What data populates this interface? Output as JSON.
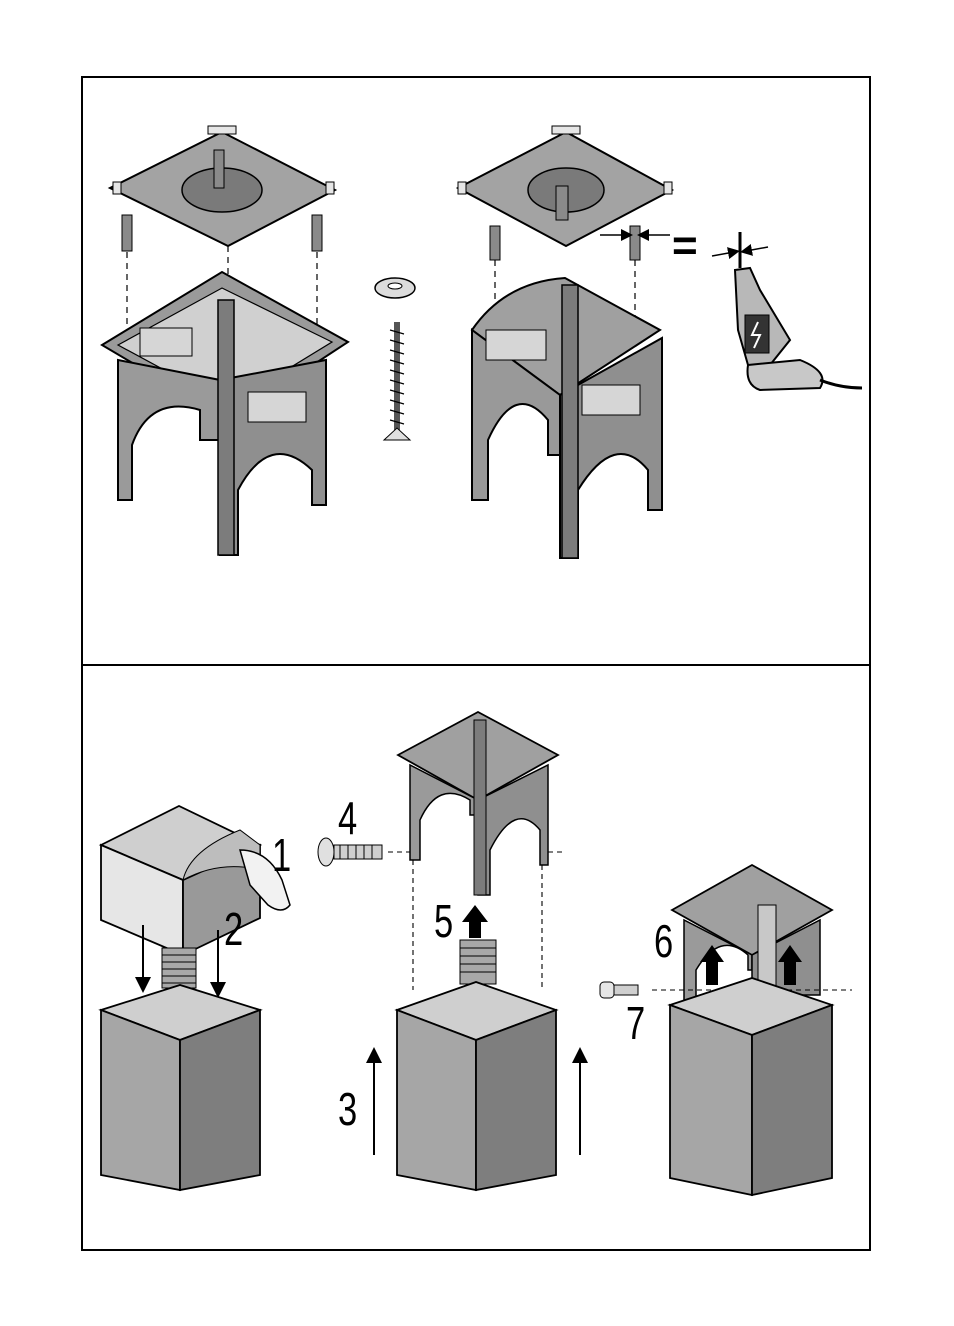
{
  "steps": {
    "s1": "1",
    "s2": "2",
    "s3": "3",
    "s4": "4",
    "s5": "5",
    "s6": "6",
    "s7": "7"
  },
  "equals": "="
}
